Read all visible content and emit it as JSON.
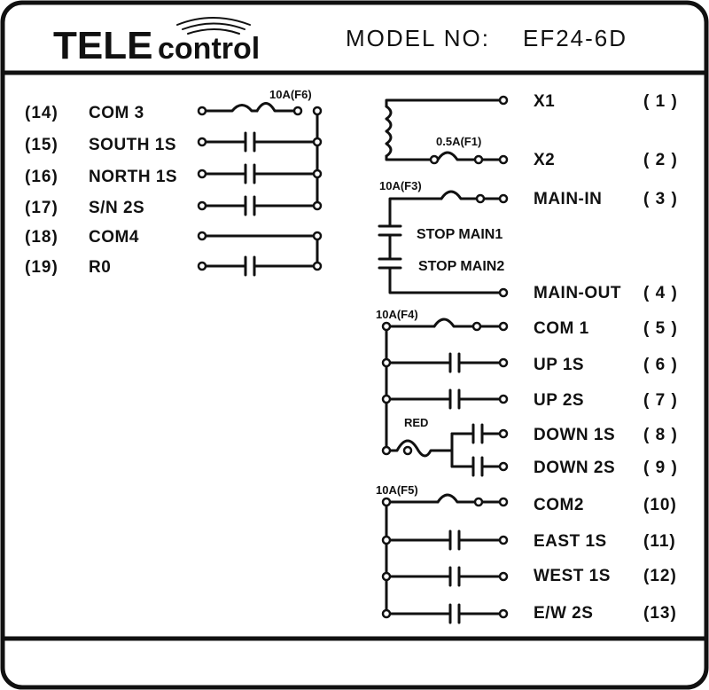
{
  "header": {
    "brand_bold": "TELE",
    "brand_light": "control",
    "model_label": "MODEL NO:",
    "model_number": "EF24-6D"
  },
  "left_terminals": [
    {
      "num": "(14)",
      "label": "COM 3"
    },
    {
      "num": "(15)",
      "label": "SOUTH 1S"
    },
    {
      "num": "(16)",
      "label": "NORTH 1S"
    },
    {
      "num": "(17)",
      "label": "S/N 2S"
    },
    {
      "num": "(18)",
      "label": "COM4"
    },
    {
      "num": "(19)",
      "label": "R0"
    }
  ],
  "left_fuse": "10A(F6)",
  "right_terminals": [
    {
      "label": "X1",
      "num": "( 1 )"
    },
    {
      "label": "X2",
      "num": "( 2 )"
    },
    {
      "label": "MAIN-IN",
      "num": "( 3 )"
    },
    {
      "label": "MAIN-OUT",
      "num": "( 4 )"
    },
    {
      "label": "COM 1",
      "num": "( 5 )"
    },
    {
      "label": "UP  1S",
      "num": "( 6 )"
    },
    {
      "label": "UP  2S",
      "num": "( 7 )"
    },
    {
      "label": "DOWN 1S",
      "num": "( 8 )"
    },
    {
      "label": "DOWN 2S",
      "num": "( 9 )"
    },
    {
      "label": "COM2",
      "num": "(10)"
    },
    {
      "label": "EAST 1S",
      "num": "(11)"
    },
    {
      "label": "WEST 1S",
      "num": "(12)"
    },
    {
      "label": "E/W 2S",
      "num": "(13)"
    }
  ],
  "fuses": {
    "f1": "0.5A(F1)",
    "f3": "10A(F3)",
    "f4": "10A(F4)",
    "f5": "10A(F5)"
  },
  "stops": {
    "stop1": "STOP MAIN1",
    "stop2": "STOP MAIN2"
  },
  "red_label": "RED"
}
